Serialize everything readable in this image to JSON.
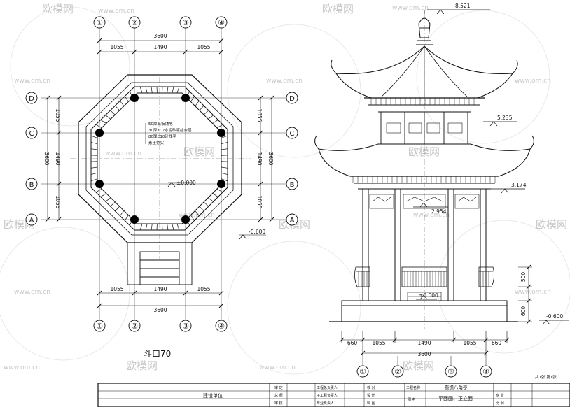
{
  "plan": {
    "top_axes": [
      "①",
      "②",
      "③",
      "④"
    ],
    "bottom_axes": [
      "①",
      "②",
      "③",
      "④"
    ],
    "side_axes": [
      "D",
      "C",
      "B",
      "A"
    ],
    "dim_total": "3600",
    "dim_segments": [
      "1055",
      "1490",
      "1055"
    ],
    "side_total": "3600",
    "side_segments": [
      "1055",
      "1490",
      "1055"
    ],
    "notes": [
      "50厚石板铺地",
      "30厚1: 2水泥砂浆结合层",
      "80厚C10砼找平",
      "素土夯实"
    ],
    "floor_level": "±0.000",
    "ground_level": "-0.600",
    "label": "斗口70"
  },
  "elevation": {
    "top_level": "8.521",
    "upper_level": "5.235",
    "lower_level": "3.174",
    "beam_level": "2.954",
    "floor_level": "±0.000",
    "ground_level": "-0.600",
    "height_dims": [
      "500",
      "600"
    ],
    "width_dims": [
      "660",
      "1055",
      "1490",
      "1055",
      "660"
    ],
    "width_total": "3600",
    "axes": [
      "①",
      "②",
      "③",
      "④"
    ]
  },
  "title_block": {
    "build_unit": "建设单位",
    "row1": [
      "审 定",
      "工程总负责人",
      "校 对"
    ],
    "row2": [
      "总 师",
      "子工程负责人",
      "设 计"
    ],
    "row3": [
      "审 核",
      "专业负责人",
      "制 图"
    ],
    "project_label": "工程名称",
    "project_name": "重檐八角亭",
    "drawing_label": "图 名",
    "drawing_name": "平面图、正立面",
    "right_col": [
      "专 业",
      "比 例"
    ],
    "sheet": "共1张 第1张"
  },
  "watermark": {
    "brand": "欧模网",
    "site": "www.om.cn"
  }
}
